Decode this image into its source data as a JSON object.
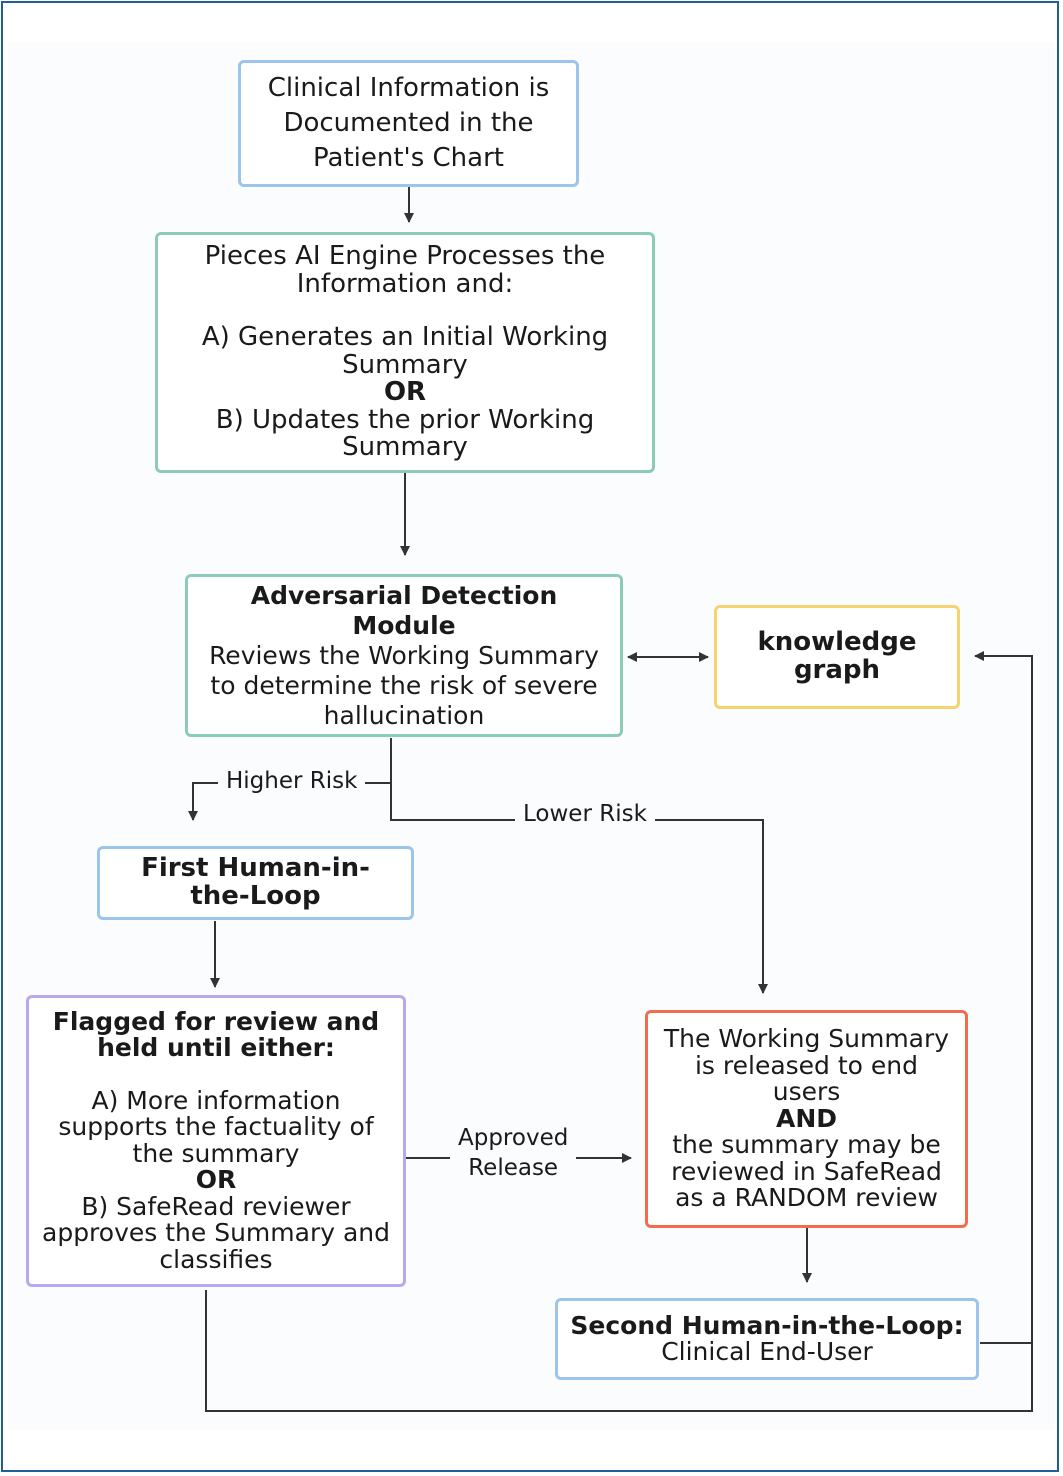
{
  "colors": {
    "frame": "#1f5f99",
    "blue": "#9cc5ec",
    "teal": "#8ccbb8",
    "yellow": "#f5d36e",
    "purple": "#b9a8ef",
    "red": "#f26c4f",
    "line": "#333333"
  },
  "nodes": {
    "clinical": [
      "Clinical Information is",
      "Documented in the",
      "Patient's Chart"
    ],
    "engine": {
      "heading": [
        "Pieces AI Engine Processes the",
        "Information and:"
      ],
      "option_a": [
        "A) Generates an Initial Working",
        "Summary"
      ],
      "or": "OR",
      "option_b": [
        "B) Updates the prior Working",
        "Summary"
      ]
    },
    "adversarial": {
      "title": "Adversarial Detection Module",
      "body": [
        "Reviews the Working Summary",
        "to determine the risk of severe",
        "hallucination"
      ]
    },
    "knowledge": [
      "knowledge",
      "graph"
    ],
    "first_hitl": [
      "First Human-in-",
      "the-Loop"
    ],
    "flagged": {
      "title": [
        "Flagged for review and",
        "held until either:"
      ],
      "option_a": [
        "A) More information",
        "supports the factuality of",
        "the summary"
      ],
      "or": "OR",
      "option_b": [
        "B) SafeRead reviewer",
        "approves the Summary and",
        "classifies"
      ]
    },
    "released": {
      "body": [
        "The Working Summary",
        "is released to end",
        "users"
      ],
      "and": "AND",
      "body2": [
        "the summary may be",
        "reviewed in SafeRead",
        "as a RANDOM review"
      ]
    },
    "second_hitl": {
      "title": "Second Human-in-the-Loop:",
      "body": "Clinical End-User"
    }
  },
  "edge_labels": {
    "higher_risk": "Higher Risk",
    "lower_risk": "Lower Risk",
    "approved_release": [
      "Approved",
      "Release"
    ]
  }
}
